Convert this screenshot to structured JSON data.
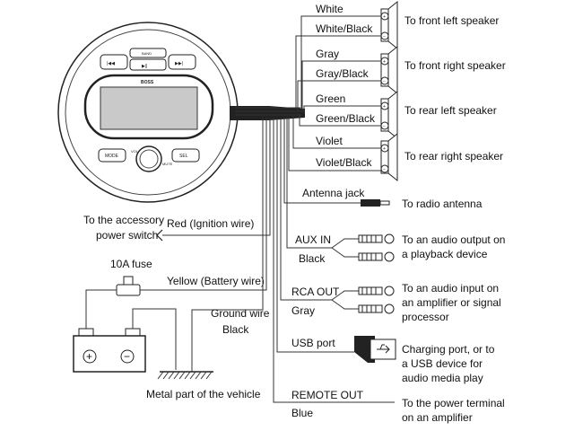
{
  "unit": {
    "brand": "BOSS",
    "buttons": {
      "band": "BAND",
      "prev": "|◀◀",
      "play": "▶||",
      "next": "▶▶|",
      "mode": "MODE",
      "sel": "SEL",
      "vol": "VOL",
      "mute": "MUTE"
    }
  },
  "speakers": [
    {
      "positive": "White",
      "negative": "White/Black",
      "dest": "To front left speaker"
    },
    {
      "positive": "Gray",
      "negative": "Gray/Black",
      "dest": "To front right speaker"
    },
    {
      "positive": "Green",
      "negative": "Green/Black",
      "dest": "To rear left speaker"
    },
    {
      "positive": "Violet",
      "negative": "Violet/Black",
      "dest": "To rear right speaker"
    }
  ],
  "antenna": {
    "label": "Antenna jack",
    "dest": "To radio antenna"
  },
  "aux": {
    "label": "AUX IN",
    "color": "Black",
    "dest": [
      "To an audio output on",
      "a playback device"
    ]
  },
  "rca": {
    "label": "RCA OUT",
    "color": "Gray",
    "dest": [
      "To an audio input on",
      "an amplifier or signal",
      "processor"
    ]
  },
  "usb": {
    "label": "USB port",
    "dest": [
      "Charging port, or to",
      "a USB device for",
      "audio media play"
    ]
  },
  "remote": {
    "label": "REMOTE OUT",
    "color": "Blue",
    "dest": [
      "To the power terminal",
      "on an amplifier"
    ]
  },
  "ignition": {
    "dest": [
      "To the accessory",
      "power switch"
    ],
    "wire": "Red (Ignition wire)"
  },
  "battery": {
    "fuse": "10A fuse",
    "wire": "Yellow (Battery wire)",
    "plus": "+",
    "minus": "−"
  },
  "ground": {
    "label": "Ground wire",
    "color": "Black",
    "dest": "Metal part of the vehicle"
  }
}
